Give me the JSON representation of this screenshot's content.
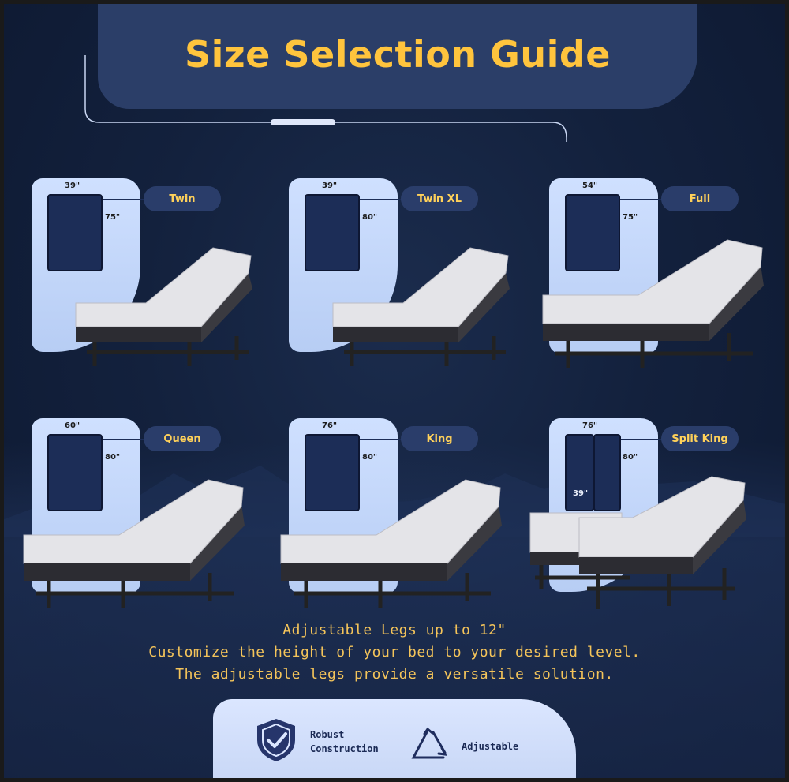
{
  "title": "Size Selection Guide",
  "colors": {
    "accent": "#ffc43d",
    "navy": "#1c2d57",
    "card": "#c3d6f8"
  },
  "sizes": [
    {
      "name": "Twin",
      "width": "39\"",
      "length": "75\""
    },
    {
      "name": "Twin XL",
      "width": "39\"",
      "length": "80\""
    },
    {
      "name": "Full",
      "width": "54\"",
      "length": "75\""
    },
    {
      "name": "Queen",
      "width": "60\"",
      "length": "80\""
    },
    {
      "name": "King",
      "width": "76\"",
      "length": "80\""
    },
    {
      "name": "Split King",
      "width": "76\"",
      "length": "80\"",
      "half": "39\""
    }
  ],
  "info": {
    "line1": "Adjustable Legs up to 12\"",
    "line2": "Customize the height of your bed to your desired level.",
    "line3": "The adjustable legs provide a versatile solution."
  },
  "features": {
    "robust_line1": "Robust",
    "robust_line2": "Construction",
    "adjustable": "Adjustable",
    "robust_icon": "shield-check-icon",
    "adjustable_icon": "triangle-cycle-icon"
  }
}
